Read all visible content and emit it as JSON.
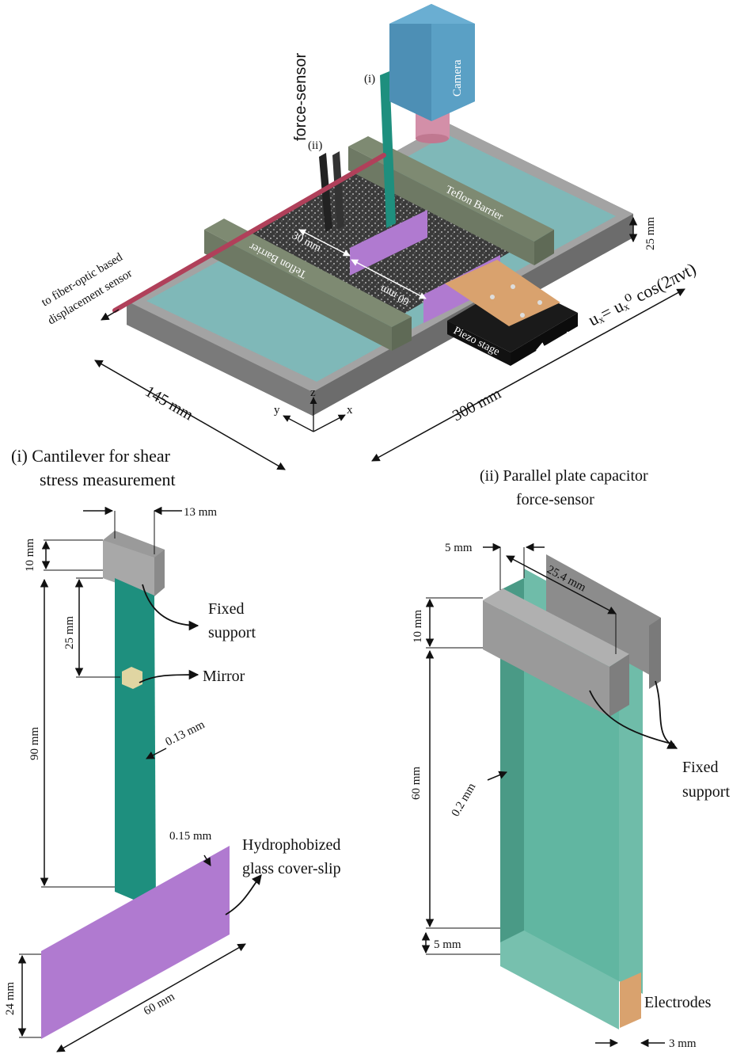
{
  "setup": {
    "camera": "Camera",
    "force_sensor": "force-sensor",
    "marker_i": "(i)",
    "marker_ii": "(ii)",
    "teflon_barrier_top": "Teflon Barrier",
    "teflon_barrier_bottom": "Teflon Barrier",
    "piezo_stage": "Piezo stage",
    "fiber_optic_line1": "to fiber-optic based",
    "fiber_optic_line2": "displacement sensor",
    "dim_30": "30 mm",
    "dim_60": "60 mm",
    "dim_25": "25 mm",
    "dim_145": "145 mm",
    "dim_300": "300 mm",
    "axis_x": "x",
    "axis_y": "y",
    "axis_z": "z",
    "equation": "uₓ= uₓ⁰ cos(2πνt)"
  },
  "cantilever": {
    "title_line1": "(i) Cantilever for shear",
    "title_line2": "stress measurement",
    "dim_13": "13 mm",
    "dim_10": "10 mm",
    "dim_25": "25 mm",
    "dim_90": "90 mm",
    "dim_013": "0.13 mm",
    "dim_015": "0.15 mm",
    "dim_24": "24 mm",
    "dim_60": "60 mm",
    "fixed_support_line1": "Fixed",
    "fixed_support_line2": "support",
    "mirror": "Mirror",
    "coverslip_line1": "Hydrophobized",
    "coverslip_line2": "glass cover-slip"
  },
  "capacitor": {
    "title_line1": "(ii) Parallel plate capacitor",
    "title_line2": "force-sensor",
    "dim_5_top": "5 mm",
    "dim_254": "25.4 mm",
    "dim_10": "10 mm",
    "dim_60": "60 mm",
    "dim_02": "0.2 mm",
    "dim_5_bottom": "5 mm",
    "dim_3": "3 mm",
    "fixed_support_line1": "Fixed",
    "fixed_support_line2": "support",
    "electrodes": "Electrodes"
  },
  "colors": {
    "water": "#7fb8b8",
    "trough": "#9a9a9a",
    "barrier": "#7e8a72",
    "cantilever": "#1e8f7e",
    "coverslip": "#b07ad0",
    "camera": "#4d8fb5",
    "plate": "#5fb5a0",
    "piezo_top": "#d9a26e",
    "rod": "#b0405a"
  }
}
